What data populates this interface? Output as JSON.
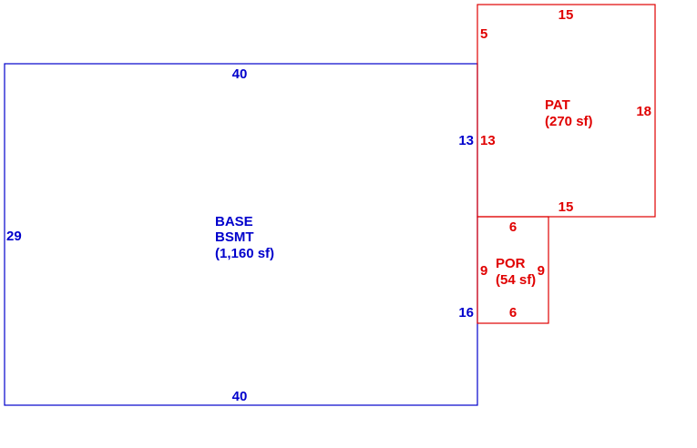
{
  "colors": {
    "base": "#0000cc",
    "addition": "#e00000",
    "background": "#ffffff"
  },
  "areas": {
    "base": {
      "name": "BASE",
      "sub": "BSMT",
      "area": "(1,160 sf)",
      "dims": {
        "top": "40",
        "bottom": "40",
        "left": "29",
        "right_upper": "13",
        "right_lower": "16"
      }
    },
    "patio": {
      "name": "PAT",
      "area": "(270 sf)",
      "dims": {
        "top": "15",
        "bottom": "15",
        "right": "18",
        "left_upper": "5",
        "left_lower": "13"
      }
    },
    "porch": {
      "name": "POR",
      "area": "(54 sf)",
      "dims": {
        "top": "6",
        "bottom": "6",
        "left": "9",
        "right": "9"
      }
    }
  }
}
